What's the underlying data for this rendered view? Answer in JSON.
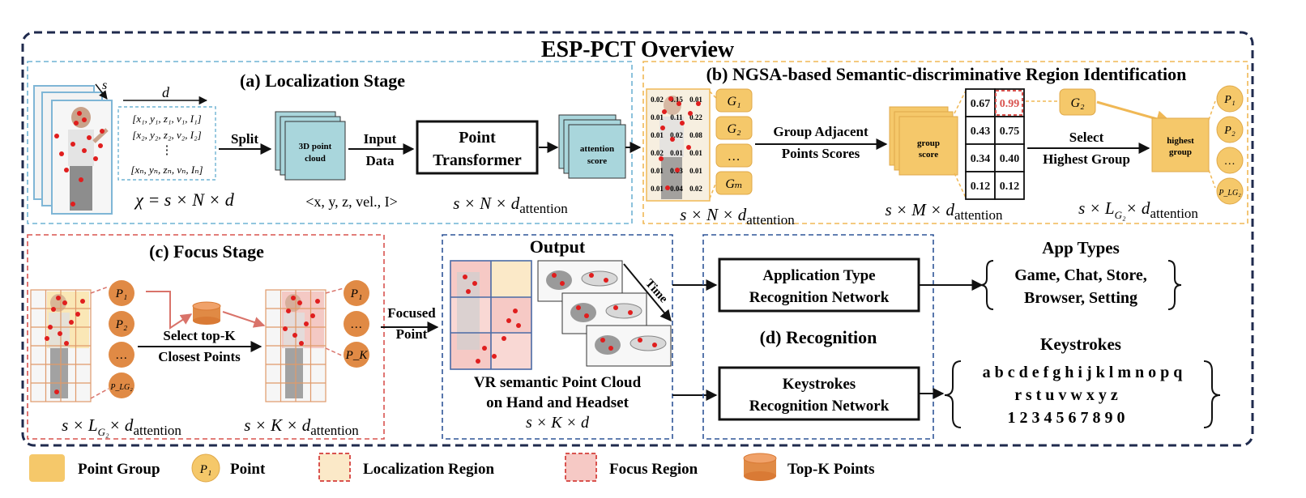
{
  "overview_title": "ESP-PCT Overview",
  "stage_a": {
    "title": "(a) Localization Stage",
    "axis_s": "s",
    "axis_d": "d",
    "rows": [
      "[x₁, y₁, z₁, v₁, I₁]",
      "[x₂, y₂, z₂, v₂, I₂]",
      "⋮",
      "[xₙ, yₙ, zₙ, vₙ, Iₙ]"
    ],
    "chi_label": "χ = s × N × d",
    "split": "Split",
    "cloud_label_1": "3D point",
    "cloud_label_2": "cloud",
    "cloud_caption": "<x, y, z, vel., I>",
    "input_1": "Input",
    "input_2": "Data",
    "pt_1": "Point",
    "pt_2": "Transformer",
    "attn_1": "attention",
    "attn_2": "score",
    "attn_caption": "s × N × d",
    "attn_caption_sub": "attention"
  },
  "stage_b": {
    "title": "(b) NGSA-based Semantic-discriminative Region Identification",
    "grid_values": [
      "0.02",
      "0.15",
      "0.01",
      "0.01",
      "0.11",
      "0.22",
      "0.01",
      "0.02",
      "0.08",
      "0.02",
      "0.01",
      "0.01",
      "0.01",
      "0.03",
      "0.01",
      "0.01",
      "0.04",
      "0.02"
    ],
    "groups": [
      "G₁",
      "G₂",
      "…",
      "Gₘ"
    ],
    "group_adjacent_1": "Group Adjacent",
    "group_adjacent_2": "Points Scores",
    "group_score_1": "group",
    "group_score_2": "score",
    "score_table": [
      [
        "0.67",
        "0.99"
      ],
      [
        "0.43",
        "0.75"
      ],
      [
        "0.34",
        "0.40"
      ],
      [
        "0.12",
        "0.12"
      ]
    ],
    "selected_group": "G₂",
    "select_1": "Select",
    "select_2": "Highest Group",
    "highest_1": "highest",
    "highest_2": "group",
    "points": [
      "P₁",
      "P₂",
      "…",
      "P_LG₂"
    ],
    "caption_1": "s × N × d",
    "caption_2": "s × M × d",
    "caption_3": "s × L",
    "caption_3b": "× d",
    "caption_sub": "attention"
  },
  "stage_c": {
    "title": "(c) Focus Stage",
    "points_left": [
      "P₁",
      "P₂",
      "…",
      "P_LG₂"
    ],
    "points_right": [
      "P₁",
      "…",
      "P_K"
    ],
    "select_1": "Select top-K",
    "select_2": "Closest Points",
    "caption_left": "s × L",
    "caption_left_b": "× d",
    "caption_right": "s × K × d",
    "caption_sub": "attention"
  },
  "focused_1": "Focused",
  "focused_2": "Point",
  "output": {
    "title": "Output",
    "time": "Time",
    "caption_1": "VR semantic Point Cloud",
    "caption_2": "on Hand and Headset",
    "caption_3": "s × K × d"
  },
  "recognition": {
    "title": "(d) Recognition",
    "app_net_1": "Application Type",
    "app_net_2": "Recognition Network",
    "key_net_1": "Keystrokes",
    "key_net_2": "Recognition Network",
    "app_types_title": "App Types",
    "app_types_1": "Game, Chat, Store,",
    "app_types_2": "Browser, Setting",
    "keystrokes_title": "Keystrokes",
    "keys_1": "a b c d e f g h i j k l m n o p q",
    "keys_2": "r s t u v w x y z",
    "keys_3": "1 2 3 4 5 6 7 8 9 0"
  },
  "legend": {
    "point_group": "Point Group",
    "point_symbol": "P₁",
    "point": "Point",
    "localization": "Localization Region",
    "focus": "Focus Region",
    "topk": "Top-K Points"
  },
  "colors": {
    "navy": "#1f2a4d",
    "cyan_border": "#6fb3d3",
    "cube": "#a9d6dc",
    "yellow": "#f5c86a",
    "yellow_fill": "#fbe3a6",
    "red_border": "#d9534f",
    "orange": "#e08a45",
    "pink": "#f6c9c5"
  }
}
